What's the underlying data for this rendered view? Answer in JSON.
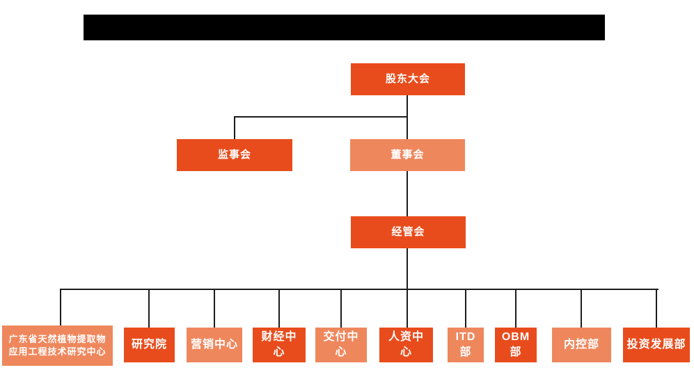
{
  "header": {
    "redacted_title_bar": true
  },
  "diagram": {
    "type": "org-chart",
    "colors": {
      "primary": "#e84c1c",
      "secondary": "#ef875d",
      "line": "#1b1b1b",
      "text": "#ffffff",
      "background": "#ffffff"
    },
    "nodes": [
      {
        "id": "shareholders-meeting",
        "label": "股东大会",
        "variant": "primary"
      },
      {
        "id": "supervisory-board",
        "label": "监事会",
        "variant": "primary"
      },
      {
        "id": "board-of-directors",
        "label": "董事会",
        "variant": "secondary"
      },
      {
        "id": "management-committee",
        "label": "经管会",
        "variant": "primary"
      },
      {
        "id": "guangdong-plant-extract-center",
        "label": "广东省天然植物提取物应用工程技术研究中心",
        "variant": "secondary"
      },
      {
        "id": "research-institute",
        "label": "研究院",
        "variant": "primary"
      },
      {
        "id": "marketing-center",
        "label": "营销中心",
        "variant": "secondary"
      },
      {
        "id": "finance-center",
        "label": "财经中心",
        "variant": "primary"
      },
      {
        "id": "delivery-center",
        "label": "交付中心",
        "variant": "secondary"
      },
      {
        "id": "hr-center",
        "label": "人资中心",
        "variant": "primary"
      },
      {
        "id": "itd-department",
        "label": "ITD部",
        "variant": "secondary"
      },
      {
        "id": "obm-department",
        "label": "OBM部",
        "variant": "primary"
      },
      {
        "id": "internal-control-department",
        "label": "内控部",
        "variant": "secondary"
      },
      {
        "id": "investment-development-department",
        "label": "投资发展部",
        "variant": "primary"
      }
    ],
    "edges": [
      {
        "from": "shareholders-meeting",
        "to": "supervisory-board"
      },
      {
        "from": "shareholders-meeting",
        "to": "board-of-directors"
      },
      {
        "from": "board-of-directors",
        "to": "management-committee"
      },
      {
        "from": "management-committee",
        "to": "guangdong-plant-extract-center"
      },
      {
        "from": "management-committee",
        "to": "research-institute"
      },
      {
        "from": "management-committee",
        "to": "marketing-center"
      },
      {
        "from": "management-committee",
        "to": "finance-center"
      },
      {
        "from": "management-committee",
        "to": "delivery-center"
      },
      {
        "from": "management-committee",
        "to": "hr-center"
      },
      {
        "from": "management-committee",
        "to": "itd-department"
      },
      {
        "from": "management-committee",
        "to": "obm-department"
      },
      {
        "from": "management-committee",
        "to": "internal-control-department"
      },
      {
        "from": "management-committee",
        "to": "investment-development-department"
      }
    ]
  }
}
